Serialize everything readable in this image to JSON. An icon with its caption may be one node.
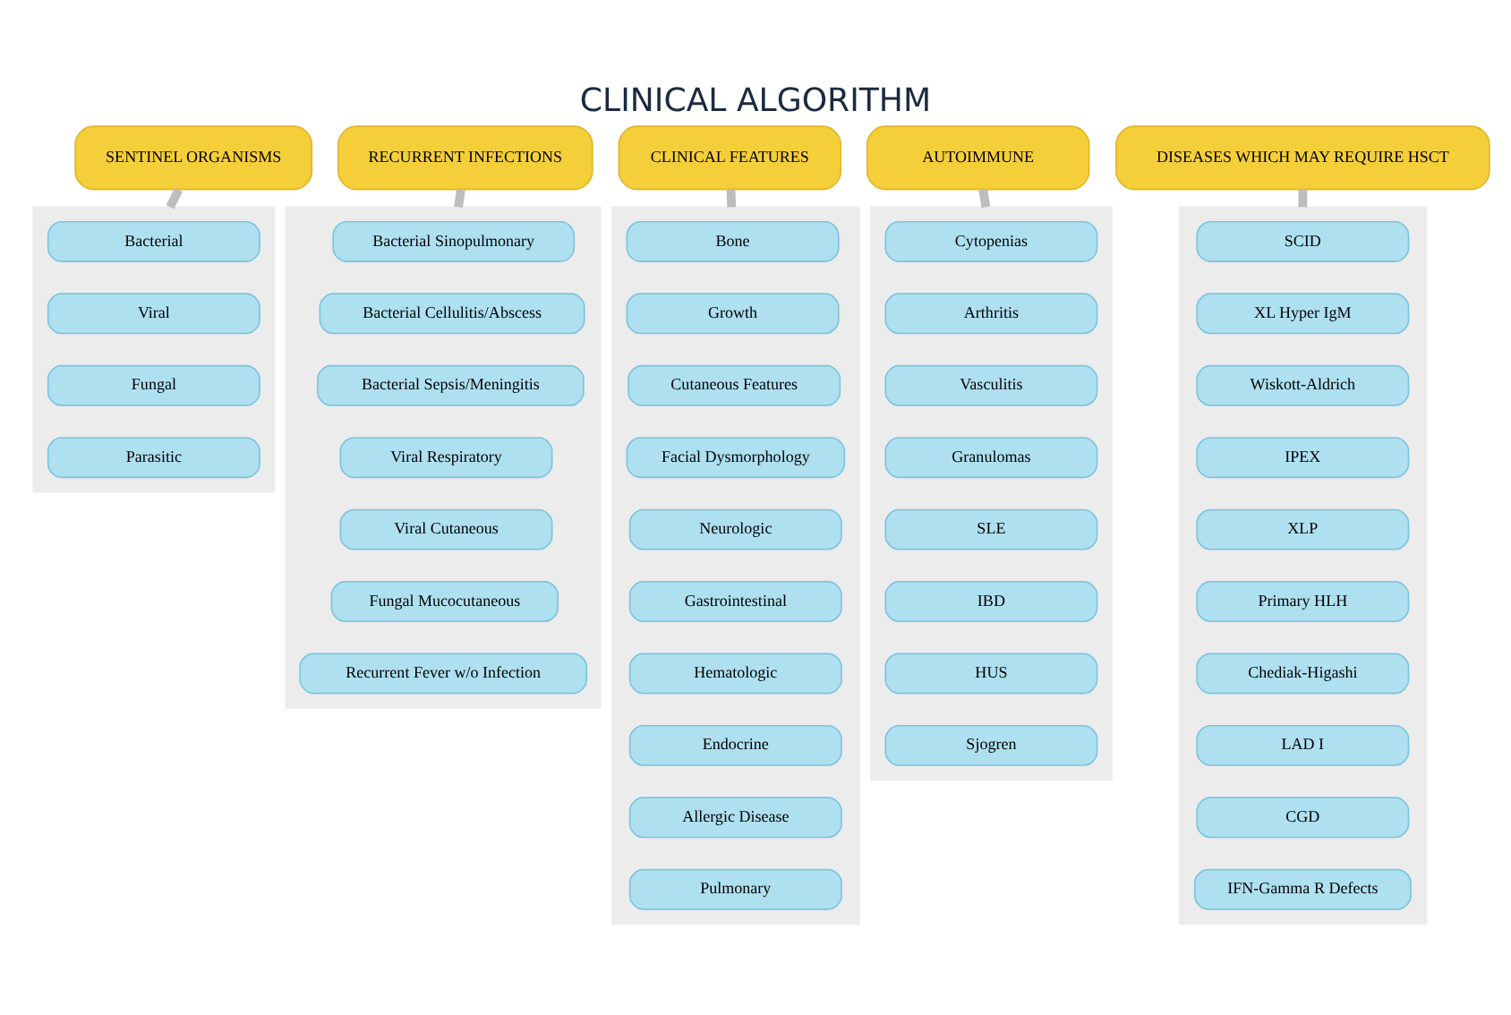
{
  "diagram": {
    "title": "CLINICAL ALGORITHM",
    "nodes": [
      {
        "text": [
          "SENTINEL ORGANISMS"
        ]
      },
      {
        "text": [],
        "shape": "box"
      },
      {
        "text": [
          "Bacterial"
        ],
        "in": 1
      },
      {
        "text": [
          "Viral"
        ],
        "in": 1
      },
      {
        "text": [
          "Fungal"
        ],
        "in": 1
      },
      {
        "text": [
          "Parasitic"
        ],
        "in": 1
      },
      {
        "text": [
          "RECURRENT INFECTIONS"
        ]
      },
      {
        "text": [],
        "shape": "box"
      },
      {
        "text": [
          "Bacterial Sinopulmonary"
        ],
        "in": 7
      },
      {
        "text": [
          "Bacterial Cellulitis/Abscess"
        ],
        "in": 7
      },
      {
        "text": [
          "Bacterial Sepsis/Meningitis"
        ],
        "in": 7
      },
      {
        "text": [
          "Viral Respiratory"
        ],
        "in": 7
      },
      {
        "text": [
          "Viral Cutaneous"
        ],
        "in": 7
      },
      {
        "text": [
          "Fungal Mucocutaneous"
        ],
        "in": 7
      },
      {
        "text": [
          "Recurrent Fever w/o Infection"
        ],
        "in": 7
      },
      {
        "text": [
          "CLINICAL FEATURES"
        ]
      },
      {
        "text": [],
        "shape": "box"
      },
      {
        "text": [
          "Bone"
        ],
        "in": 16
      },
      {
        "text": [
          "Growth"
        ],
        "in": 16
      },
      {
        "text": [
          "Cutaneous Features"
        ],
        "in": 16
      },
      {
        "text": [
          "Facial Dysmorphology"
        ],
        "in": 16
      },
      {
        "text": [
          "Neurologic"
        ],
        "in": 16
      },
      {
        "text": [
          "Gastrointestinal"
        ],
        "in": 16
      },
      {
        "text": [
          "Hematologic"
        ],
        "in": 16
      },
      {
        "text": [
          "Endocrine"
        ],
        "in": 16
      },
      {
        "text": [
          "Allergic Disease"
        ],
        "in": 16
      },
      {
        "text": [
          "Pulmonary"
        ],
        "in": 16
      },
      {
        "text": [
          "AUTOIMMUNE"
        ]
      },
      {
        "text": [],
        "shape": "box"
      },
      {
        "text": [
          "Cytopenias"
        ],
        "in": 28
      },
      {
        "text": [
          "Arthritis"
        ],
        "in": 28
      },
      {
        "text": [
          "Vasculitis"
        ],
        "in": 28
      },
      {
        "text": [
          "Granulomas"
        ],
        "in": 28
      },
      {
        "text": [
          "SLE"
        ],
        "in": 28
      },
      {
        "text": [
          "IBD"
        ],
        "in": 28
      },
      {
        "text": [
          "HUS"
        ],
        "in": 28
      },
      {
        "text": [
          "Sjogren"
        ],
        "in": 28
      },
      {
        "text": [
          "DISEASES WHICH MAY REQUIRE HSCT"
        ]
      },
      {
        "text": [],
        "shape": "box"
      },
      {
        "text": [
          "SCID"
        ],
        "in": 38
      },
      {
        "text": [
          "XL Hyper IgM"
        ],
        "in": 38
      },
      {
        "text": [
          "Wiskott-Aldrich"
        ],
        "in": 38
      },
      {
        "text": [
          "IPEX"
        ],
        "in": 38
      },
      {
        "text": [
          "XLP"
        ],
        "in": 38
      },
      {
        "text": [
          "Primary HLH"
        ],
        "in": 38
      },
      {
        "text": [
          "Chediak-Higashi"
        ],
        "in": 38
      },
      {
        "text": [
          "LAD I"
        ],
        "in": 38
      },
      {
        "text": [
          "CGD"
        ],
        "in": 38
      },
      {
        "text": [
          "IFN-Gamma R Defects"
        ],
        "in": 38
      }
    ],
    "edges": [
      {
        "from": 0,
        "to": 1,
        "arrow": "none"
      },
      {
        "from": 6,
        "to": 7,
        "arrow": "none"
      },
      {
        "from": 15,
        "to": 16,
        "arrow": "none"
      },
      {
        "from": 27,
        "to": 28,
        "arrow": "none"
      },
      {
        "from": 37,
        "to": 38,
        "arrow": "none"
      }
    ]
  }
}
